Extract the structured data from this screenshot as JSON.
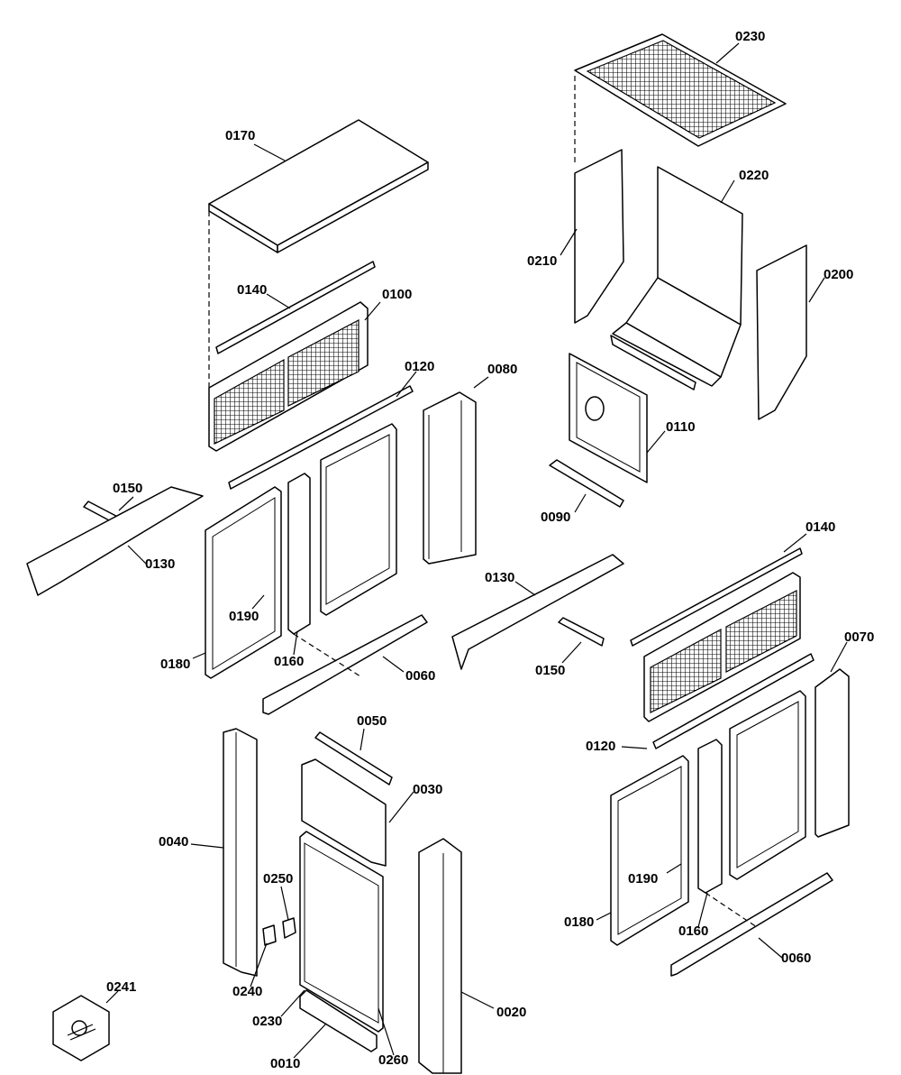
{
  "diagram": {
    "labels": [
      {
        "id": "lbl-0230-top",
        "text": "0230"
      },
      {
        "id": "lbl-0170",
        "text": "0170"
      },
      {
        "id": "lbl-0220",
        "text": "0220"
      },
      {
        "id": "lbl-0210",
        "text": "0210"
      },
      {
        "id": "lbl-0200",
        "text": "0200"
      },
      {
        "id": "lbl-0140-left",
        "text": "0140"
      },
      {
        "id": "lbl-0100",
        "text": "0100"
      },
      {
        "id": "lbl-0120-left",
        "text": "0120"
      },
      {
        "id": "lbl-0080",
        "text": "0080"
      },
      {
        "id": "lbl-0110",
        "text": "0110"
      },
      {
        "id": "lbl-0150-left",
        "text": "0150"
      },
      {
        "id": "lbl-0130-left",
        "text": "0130"
      },
      {
        "id": "lbl-0090",
        "text": "0090"
      },
      {
        "id": "lbl-0140-right",
        "text": "0140"
      },
      {
        "id": "lbl-0130-mid",
        "text": "0130"
      },
      {
        "id": "lbl-0190-left",
        "text": "0190"
      },
      {
        "id": "lbl-0180-left",
        "text": "0180"
      },
      {
        "id": "lbl-0160-left",
        "text": "0160"
      },
      {
        "id": "lbl-0060-left",
        "text": "0060"
      },
      {
        "id": "lbl-0150-mid",
        "text": "0150"
      },
      {
        "id": "lbl-0070",
        "text": "0070"
      },
      {
        "id": "lbl-0050",
        "text": "0050"
      },
      {
        "id": "lbl-0120-right",
        "text": "0120"
      },
      {
        "id": "lbl-0030",
        "text": "0030"
      },
      {
        "id": "lbl-0040",
        "text": "0040"
      },
      {
        "id": "lbl-0190-right",
        "text": "0190"
      },
      {
        "id": "lbl-0250",
        "text": "0250"
      },
      {
        "id": "lbl-0180-right",
        "text": "0180"
      },
      {
        "id": "lbl-0160-right",
        "text": "0160"
      },
      {
        "id": "lbl-0060-right",
        "text": "0060"
      },
      {
        "id": "lbl-0241",
        "text": "0241"
      },
      {
        "id": "lbl-0240",
        "text": "0240"
      },
      {
        "id": "lbl-0020",
        "text": "0020"
      },
      {
        "id": "lbl-0230-bottom",
        "text": "0230"
      },
      {
        "id": "lbl-0010",
        "text": "0010"
      },
      {
        "id": "lbl-0260",
        "text": "0260"
      }
    ]
  }
}
